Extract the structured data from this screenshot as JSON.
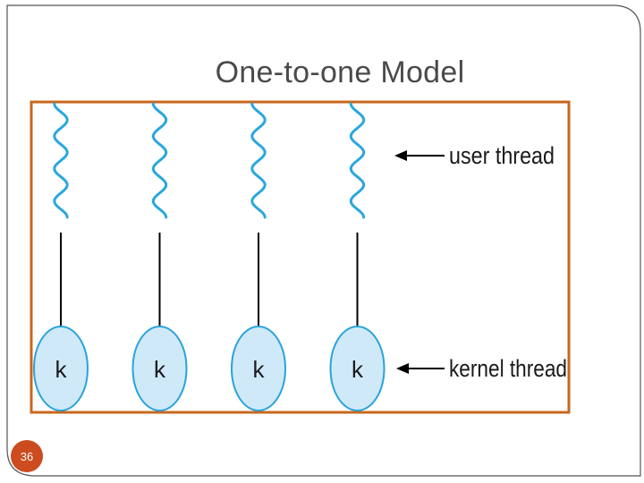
{
  "slide": {
    "title": "One-to-one Model",
    "page_number": "36",
    "accent_color": "#cc4b1f"
  },
  "diagram": {
    "frame_color": "#c8681e",
    "thread_color": "#2aa7dc",
    "kernel_fill": "#cfe9f9",
    "kernel_stroke": "#29a3dc",
    "pairs": [
      {
        "user_thread": "user-thread-1",
        "kernel_label": "k"
      },
      {
        "user_thread": "user-thread-2",
        "kernel_label": "k"
      },
      {
        "user_thread": "user-thread-3",
        "kernel_label": "k"
      },
      {
        "user_thread": "user-thread-4",
        "kernel_label": "k"
      }
    ],
    "labels": {
      "user_thread": "user thread",
      "kernel_thread": "kernel thread"
    }
  }
}
